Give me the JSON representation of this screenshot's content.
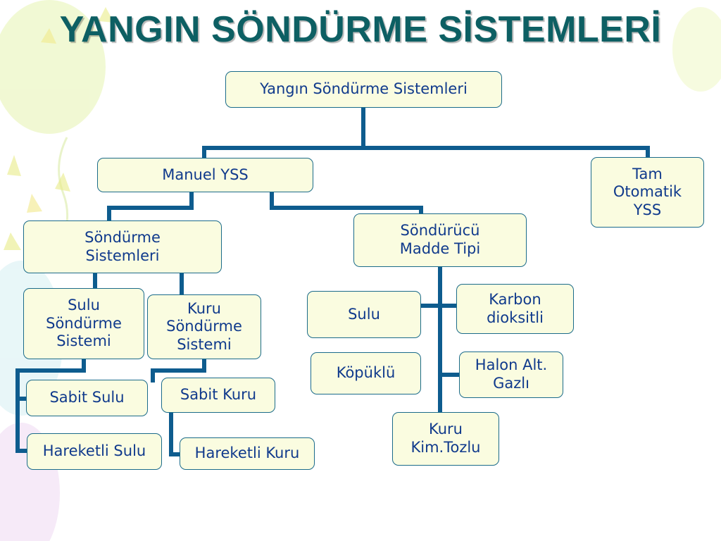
{
  "title": "YANGIN SÖNDÜRME SİSTEMLERİ",
  "colors": {
    "title": "#0d5f63",
    "node_fill": "#fafce0",
    "node_border": "#1b6b8a",
    "node_text": "#103a8c",
    "connector": "#0e5c8e"
  },
  "nodes": {
    "root": "Yangın Söndürme Sistemleri",
    "manuel": "Manuel YSS",
    "tam": "Tam\nOtomatik\nYSS",
    "sondurme_sis": "Söndürme\nSistemleri",
    "madde_tipi": "Söndürücü\nMadde Tipi",
    "sulu_sis": "Sulu\nSöndürme\nSistemi",
    "kuru_sis": "Kuru\nSöndürme\nSistemi",
    "sabit_sulu": "Sabit Sulu",
    "hareketli_sulu": "Hareketli Sulu",
    "sabit_kuru": "Sabit Kuru",
    "hareketli_kuru": "Hareketli Kuru",
    "sulu": "Sulu",
    "kopuklu": "Köpüklü",
    "karbon": "Karbon\ndioksitli",
    "halon": "Halon Alt.\nGazlı",
    "kuru_kim": "Kuru\nKim.Tozlu"
  }
}
